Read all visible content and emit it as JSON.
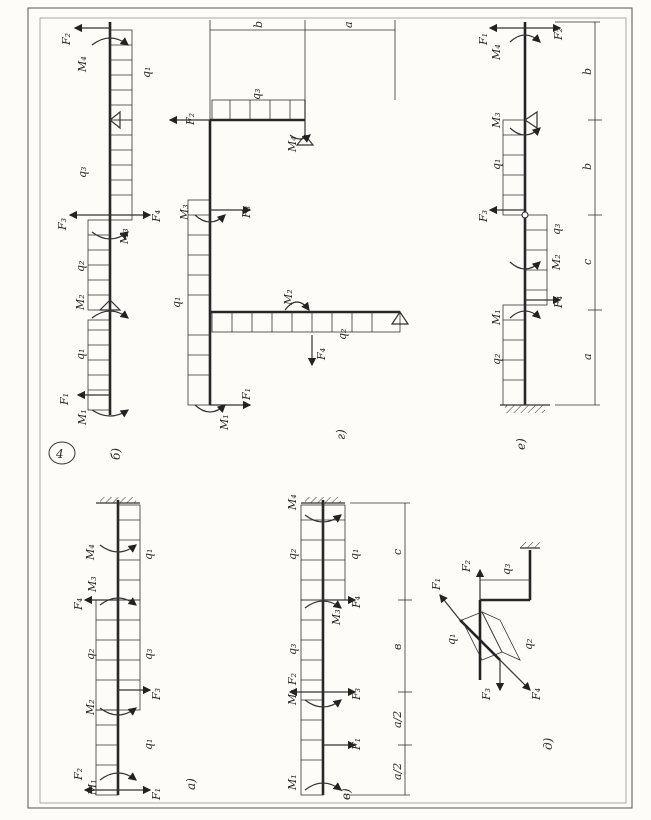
{
  "sheet": {
    "number": "4"
  },
  "a": {
    "caption": "а)",
    "loads": [
      "F₂",
      "M₁",
      "F₁",
      "q₁",
      "M₂",
      "F₃",
      "q₂",
      "q₃",
      "F₄",
      "M₃",
      "M₄",
      "q₁"
    ]
  },
  "b": {
    "caption": "б)",
    "loads": [
      "F₁",
      "M₁",
      "q₁",
      "M₂",
      "q₂",
      "F₃",
      "M₃",
      "F₄",
      "q₃",
      "F₂",
      "M₄",
      "q₁"
    ]
  },
  "v": {
    "caption": "в)",
    "loads": [
      "M₁",
      "F₁",
      "M₂",
      "F₂",
      "F₃",
      "q₃",
      "M₃",
      "F₄",
      "q₂",
      "q₁",
      "M₄"
    ],
    "dims": [
      "а/2",
      "а/2",
      "в",
      "с"
    ]
  },
  "g": {
    "caption": "г)",
    "loads": [
      "M₁",
      "F₁",
      "q₁",
      "M₃",
      "F₃",
      "F₂",
      "q₃",
      "M₄",
      "M₂",
      "F₄",
      "q₂"
    ],
    "dims": [
      "b",
      "a"
    ]
  },
  "d": {
    "caption": "д)",
    "loads": [
      "F₁",
      "F₂",
      "q₃",
      "q₁",
      "q₂",
      "F₃",
      "F₄"
    ]
  },
  "e": {
    "caption": "е)",
    "loads": [
      "F₁",
      "M₄",
      "F₂",
      "M₃",
      "q₁",
      "F₃",
      "q₃",
      "M₂",
      "F₄",
      "M₁",
      "q₂"
    ],
    "dims": [
      "b",
      "b",
      "c",
      "a"
    ]
  }
}
